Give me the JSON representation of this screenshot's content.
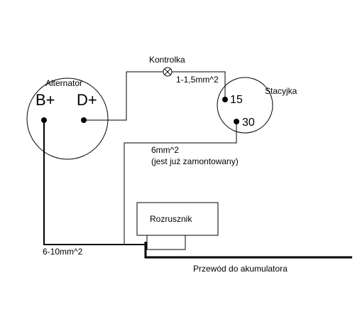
{
  "diagram": {
    "alternator": {
      "label": "Alternator",
      "terminal_b": "B+",
      "terminal_d": "D+"
    },
    "ignition_switch": {
      "label": "Stacyjka",
      "terminal_15": "15",
      "terminal_30": "30"
    },
    "warning_lamp": {
      "label": "Kontrolka"
    },
    "starter": {
      "label": "Rozrusznik"
    },
    "wires": {
      "lamp_wire": "1-1,5mm^2",
      "switch_wire": "6mm^2",
      "switch_wire_note": "(jest już zamontowany)",
      "alternator_wire": "6-10mm^2",
      "battery_wire": "Przewód do akumulatora"
    }
  }
}
